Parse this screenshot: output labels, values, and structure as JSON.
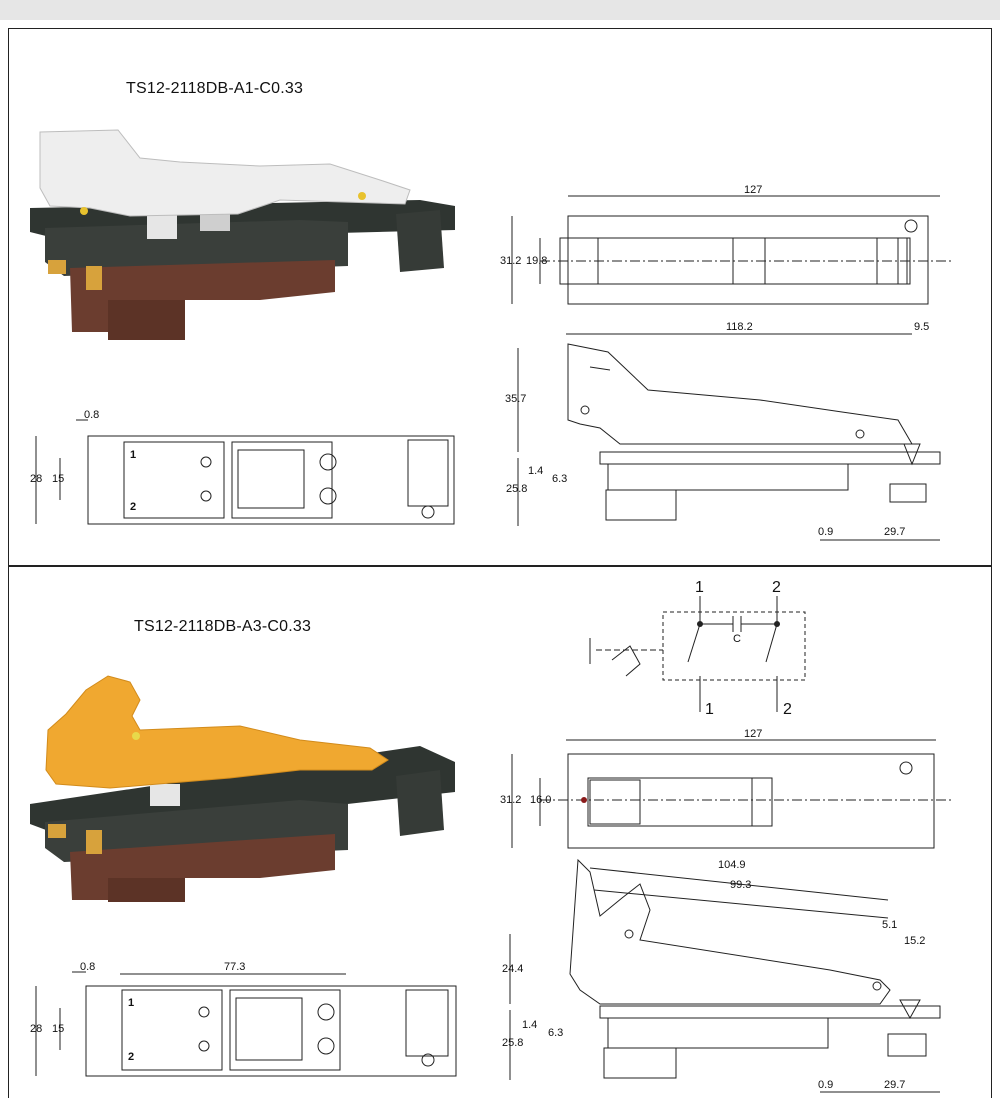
{
  "colors": {
    "white_trigger": "#eeeeee",
    "orange_trigger": "#f0a830",
    "body_dark": "#3a3f3b",
    "body_brown": "#6b3d2f",
    "terminal_gold": "#d7a23c",
    "line": "#222222"
  },
  "panels": [
    {
      "model": "TS12-2118DB-A1-C0.33",
      "top_view": {
        "length": "127",
        "width": "31.2",
        "inner": "19.8"
      },
      "side_view": {
        "length": "118.2",
        "offset": "9.5",
        "height": "35.7",
        "d1": "1.4",
        "d2": "6.3",
        "d3": "25.8",
        "d4": "0.9",
        "d5": "29.7"
      },
      "bottom_view": {
        "gap": "0.8",
        "width": "28",
        "inner": "15",
        "pin1": "1",
        "pin2": "2"
      }
    },
    {
      "model": "TS12-2118DB-A3-C0.33",
      "top_view": {
        "length": "127",
        "width": "31.2",
        "inner": "16.0"
      },
      "side_view": {
        "len1": "104.9",
        "len2": "99.3",
        "o1": "5.1",
        "o2": "15.2",
        "height": "24.4",
        "d1": "1.4",
        "d2": "6.3",
        "d3": "25.8",
        "d4": "0.9",
        "d5": "29.7"
      },
      "bottom_view": {
        "gap": "0.8",
        "length": "77.3",
        "width": "28",
        "inner": "15",
        "pin1": "1",
        "pin2": "2"
      }
    }
  ],
  "schematic": {
    "t1": "1",
    "t2": "2",
    "cap": "C",
    "b1": "1",
    "b2": "2"
  }
}
